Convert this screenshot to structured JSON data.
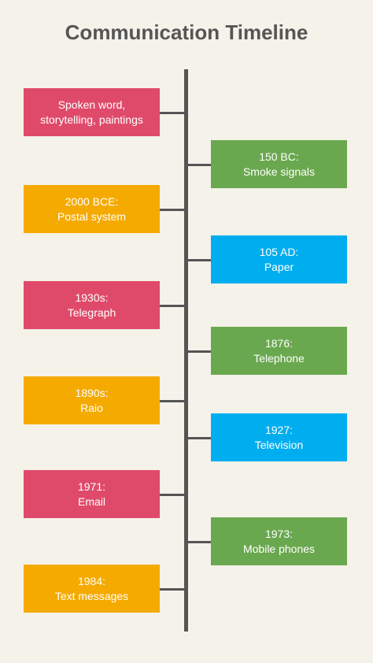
{
  "title": "Communication Timeline",
  "colors": {
    "pink": "#e04a6a",
    "orange": "#f5aa00",
    "green": "#6aa84f",
    "blue": "#00aeef",
    "axis": "#555555",
    "background": "#f5f2ea"
  },
  "events": [
    {
      "text": "Spoken word,\nstorytelling, paintings",
      "side": "left",
      "color": "pink"
    },
    {
      "text": "150 BC:\nSmoke signals",
      "side": "right",
      "color": "green"
    },
    {
      "text": "2000 BCE:\nPostal system",
      "side": "left",
      "color": "orange"
    },
    {
      "text": "105 AD:\nPaper",
      "side": "right",
      "color": "blue"
    },
    {
      "text": "1930s:\nTelegraph",
      "side": "left",
      "color": "pink"
    },
    {
      "text": "1876:\nTelephone",
      "side": "right",
      "color": "green"
    },
    {
      "text": "1890s:\nRaio",
      "side": "left",
      "color": "orange"
    },
    {
      "text": "1927:\nTelevision",
      "side": "right",
      "color": "blue"
    },
    {
      "text": "1971:\nEmail",
      "side": "left",
      "color": "pink"
    },
    {
      "text": "1973:\nMobile phones",
      "side": "right",
      "color": "green"
    },
    {
      "text": "1984:\nText messages",
      "side": "left",
      "color": "orange"
    }
  ]
}
